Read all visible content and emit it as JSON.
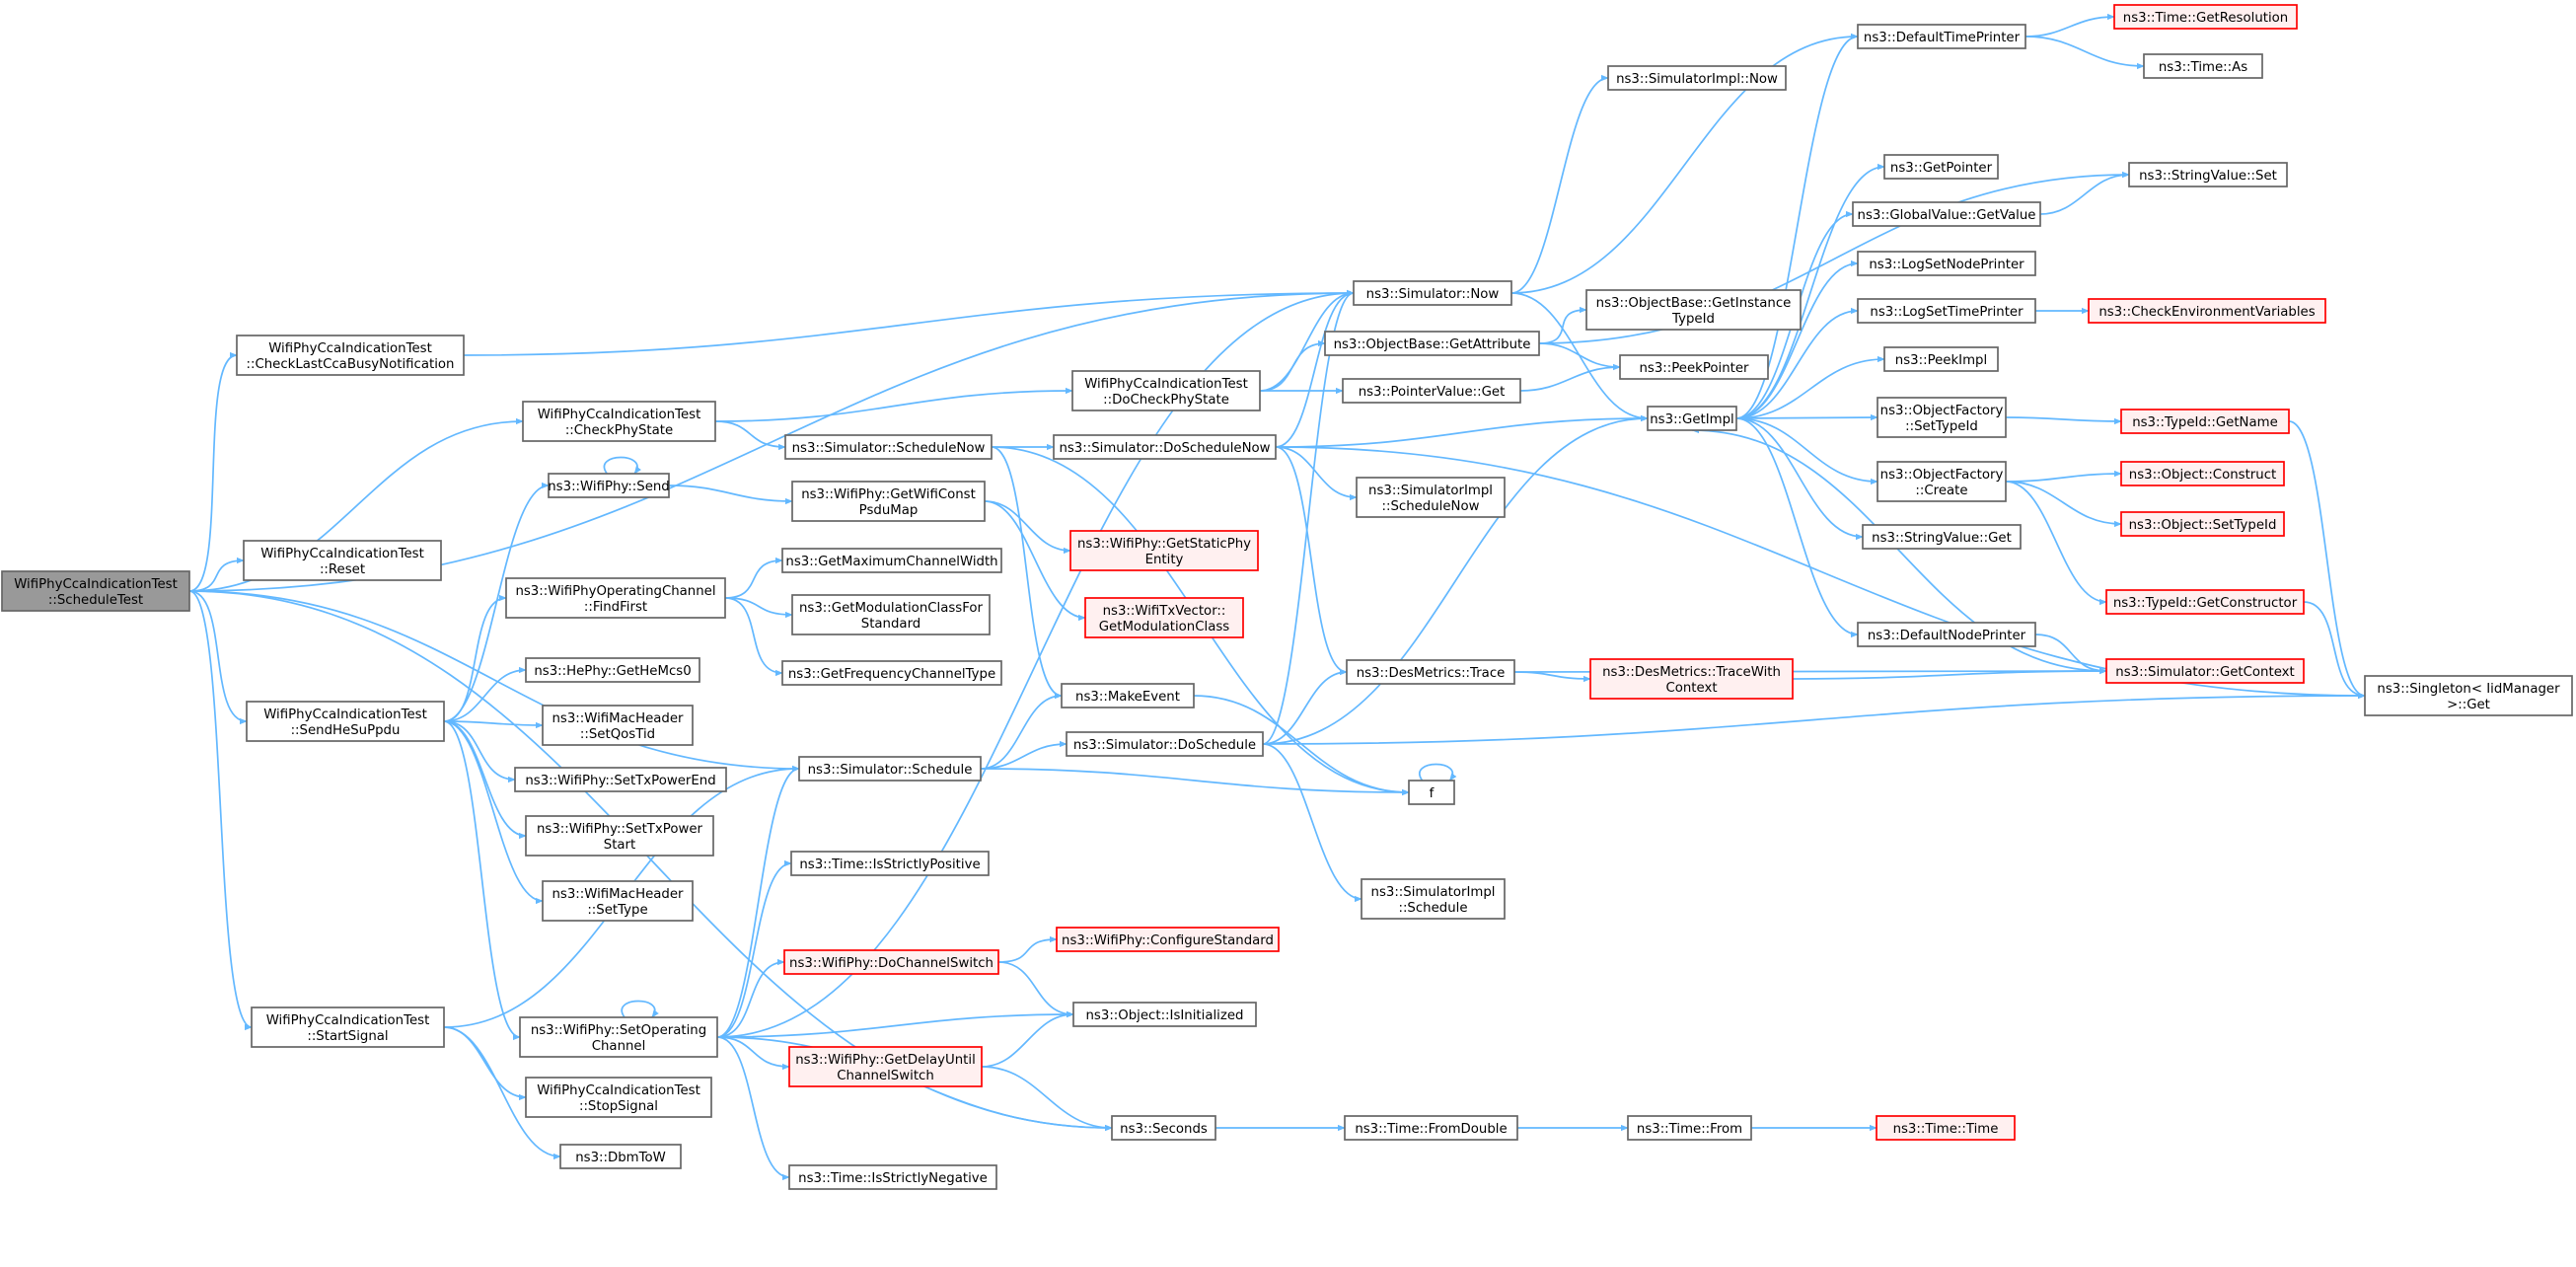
{
  "colors": {
    "edge": "#63b8ff",
    "node_border": "#666666",
    "root_fill": "#999999",
    "truncated_border": "#ff0000",
    "truncated_fill": "#fff0f0"
  },
  "nodes": [
    {
      "id": "root",
      "lines": [
        "WifiPhyCcaIndicationTest",
        "::ScheduleTest"
      ],
      "kind": "root"
    },
    {
      "id": "checkLast",
      "lines": [
        "WifiPhyCcaIndicationTest",
        "::CheckLastCcaBusyNotification"
      ],
      "kind": "normal"
    },
    {
      "id": "checkPhy",
      "lines": [
        "WifiPhyCcaIndicationTest",
        "::CheckPhyState"
      ],
      "kind": "normal"
    },
    {
      "id": "reset",
      "lines": [
        "WifiPhyCcaIndicationTest",
        "::Reset"
      ],
      "kind": "normal"
    },
    {
      "id": "sendHe",
      "lines": [
        "WifiPhyCcaIndicationTest",
        "::SendHeSuPpdu"
      ],
      "kind": "normal"
    },
    {
      "id": "startSig",
      "lines": [
        "WifiPhyCcaIndicationTest",
        "::StartSignal"
      ],
      "kind": "normal"
    },
    {
      "id": "wifiSend",
      "lines": [
        "ns3::WifiPhy::Send"
      ],
      "kind": "normal"
    },
    {
      "id": "findFirst",
      "lines": [
        "ns3::WifiPhyOperatingChannel",
        "::FindFirst"
      ],
      "kind": "normal"
    },
    {
      "id": "getHeMcs0",
      "lines": [
        "ns3::HePhy::GetHeMcs0"
      ],
      "kind": "normal"
    },
    {
      "id": "setQosTid",
      "lines": [
        "ns3::WifiMacHeader",
        "::SetQosTid"
      ],
      "kind": "normal"
    },
    {
      "id": "setTxEnd",
      "lines": [
        "ns3::WifiPhy::SetTxPowerEnd"
      ],
      "kind": "normal"
    },
    {
      "id": "setTxStart",
      "lines": [
        "ns3::WifiPhy::SetTxPower",
        "Start"
      ],
      "kind": "normal"
    },
    {
      "id": "setType",
      "lines": [
        "ns3::WifiMacHeader",
        "::SetType"
      ],
      "kind": "normal"
    },
    {
      "id": "setOpCh",
      "lines": [
        "ns3::WifiPhy::SetOperating",
        "Channel"
      ],
      "kind": "normal"
    },
    {
      "id": "stopSig",
      "lines": [
        "WifiPhyCcaIndicationTest",
        "::StopSignal"
      ],
      "kind": "normal"
    },
    {
      "id": "dbmToW",
      "lines": [
        "ns3::DbmToW"
      ],
      "kind": "normal"
    },
    {
      "id": "doCheckPhy",
      "lines": [
        "WifiPhyCcaIndicationTest",
        "::DoCheckPhyState"
      ],
      "kind": "normal"
    },
    {
      "id": "schedNow",
      "lines": [
        "ns3::Simulator::ScheduleNow"
      ],
      "kind": "normal"
    },
    {
      "id": "getPsdu",
      "lines": [
        "ns3::WifiPhy::GetWifiConst",
        "PsduMap"
      ],
      "kind": "normal"
    },
    {
      "id": "getStaticPhy",
      "lines": [
        "ns3::WifiPhy::GetStaticPhy",
        "Entity"
      ],
      "kind": "truncated"
    },
    {
      "id": "getModClass",
      "lines": [
        "ns3::WifiTxVector::",
        "GetModulationClass"
      ],
      "kind": "truncated"
    },
    {
      "id": "getMaxCh",
      "lines": [
        "ns3::GetMaximumChannelWidth"
      ],
      "kind": "normal"
    },
    {
      "id": "getModStd",
      "lines": [
        "ns3::GetModulationClassFor",
        "Standard"
      ],
      "kind": "normal"
    },
    {
      "id": "getFreqCh",
      "lines": [
        "ns3::GetFrequencyChannelType"
      ],
      "kind": "normal"
    },
    {
      "id": "schedule",
      "lines": [
        "ns3::Simulator::Schedule"
      ],
      "kind": "normal"
    },
    {
      "id": "isPos",
      "lines": [
        "ns3::Time::IsStrictlyPositive"
      ],
      "kind": "normal"
    },
    {
      "id": "doChSwitch",
      "lines": [
        "ns3::WifiPhy::DoChannelSwitch"
      ],
      "kind": "truncated"
    },
    {
      "id": "getDelay",
      "lines": [
        "ns3::WifiPhy::GetDelayUntil",
        "ChannelSwitch"
      ],
      "kind": "truncated"
    },
    {
      "id": "isNeg",
      "lines": [
        "ns3::Time::IsStrictlyNegative"
      ],
      "kind": "normal"
    },
    {
      "id": "configStd",
      "lines": [
        "ns3::WifiPhy::ConfigureStandard"
      ],
      "kind": "truncated"
    },
    {
      "id": "isInit",
      "lines": [
        "ns3::Object::IsInitialized"
      ],
      "kind": "normal"
    },
    {
      "id": "seconds",
      "lines": [
        "ns3::Seconds"
      ],
      "kind": "normal"
    },
    {
      "id": "makeEvent",
      "lines": [
        "ns3::MakeEvent"
      ],
      "kind": "normal"
    },
    {
      "id": "doSchedNow",
      "lines": [
        "ns3::Simulator::DoScheduleNow"
      ],
      "kind": "normal"
    },
    {
      "id": "doSchedule",
      "lines": [
        "ns3::Simulator::DoSchedule"
      ],
      "kind": "normal"
    },
    {
      "id": "now",
      "lines": [
        "ns3::Simulator::Now"
      ],
      "kind": "normal"
    },
    {
      "id": "getAttr",
      "lines": [
        "ns3::ObjectBase::GetAttribute"
      ],
      "kind": "normal"
    },
    {
      "id": "ptrGet",
      "lines": [
        "ns3::PointerValue::Get"
      ],
      "kind": "normal"
    },
    {
      "id": "simImplSchedNow",
      "lines": [
        "ns3::SimulatorImpl",
        "::ScheduleNow"
      ],
      "kind": "normal"
    },
    {
      "id": "desTrace",
      "lines": [
        "ns3::DesMetrics::Trace"
      ],
      "kind": "normal"
    },
    {
      "id": "f",
      "lines": [
        "f"
      ],
      "kind": "normal"
    },
    {
      "id": "simImplSched",
      "lines": [
        "ns3::SimulatorImpl",
        "::Schedule"
      ],
      "kind": "normal"
    },
    {
      "id": "fromDouble",
      "lines": [
        "ns3::Time::FromDouble"
      ],
      "kind": "normal"
    },
    {
      "id": "simImplNow",
      "lines": [
        "ns3::SimulatorImpl::Now"
      ],
      "kind": "normal"
    },
    {
      "id": "getInstTid",
      "lines": [
        "ns3::ObjectBase::GetInstance",
        "TypeId"
      ],
      "kind": "normal"
    },
    {
      "id": "peekPtr",
      "lines": [
        "ns3::PeekPointer"
      ],
      "kind": "normal"
    },
    {
      "id": "getImpl",
      "lines": [
        "ns3::GetImpl"
      ],
      "kind": "normal"
    },
    {
      "id": "traceCtx",
      "lines": [
        "ns3::DesMetrics::TraceWith",
        "Context"
      ],
      "kind": "truncated"
    },
    {
      "id": "timeFrom",
      "lines": [
        "ns3::Time::From"
      ],
      "kind": "normal"
    },
    {
      "id": "defTimePr",
      "lines": [
        "ns3::DefaultTimePrinter"
      ],
      "kind": "normal"
    },
    {
      "id": "getPointer",
      "lines": [
        "ns3::GetPointer"
      ],
      "kind": "normal"
    },
    {
      "id": "gvGet",
      "lines": [
        "ns3::GlobalValue::GetValue"
      ],
      "kind": "normal"
    },
    {
      "id": "logNodePr",
      "lines": [
        "ns3::LogSetNodePrinter"
      ],
      "kind": "normal"
    },
    {
      "id": "logTimePr",
      "lines": [
        "ns3::LogSetTimePrinter"
      ],
      "kind": "normal"
    },
    {
      "id": "peekImpl",
      "lines": [
        "ns3::PeekImpl"
      ],
      "kind": "normal"
    },
    {
      "id": "ofSetTid",
      "lines": [
        "ns3::ObjectFactory",
        "::SetTypeId"
      ],
      "kind": "normal"
    },
    {
      "id": "ofCreate",
      "lines": [
        "ns3::ObjectFactory",
        "::Create"
      ],
      "kind": "normal"
    },
    {
      "id": "svGet",
      "lines": [
        "ns3::StringValue::Get"
      ],
      "kind": "normal"
    },
    {
      "id": "defNodePr",
      "lines": [
        "ns3::DefaultNodePrinter"
      ],
      "kind": "normal"
    },
    {
      "id": "getRes",
      "lines": [
        "ns3::Time::GetResolution"
      ],
      "kind": "truncated"
    },
    {
      "id": "timeAs",
      "lines": [
        "ns3::Time::As"
      ],
      "kind": "normal"
    },
    {
      "id": "svSet",
      "lines": [
        "ns3::StringValue::Set"
      ],
      "kind": "normal"
    },
    {
      "id": "checkEnv",
      "lines": [
        "ns3::CheckEnvironmentVariables"
      ],
      "kind": "truncated"
    },
    {
      "id": "tidName",
      "lines": [
        "ns3::TypeId::GetName"
      ],
      "kind": "truncated"
    },
    {
      "id": "objConstruct",
      "lines": [
        "ns3::Object::Construct"
      ],
      "kind": "truncated"
    },
    {
      "id": "objSetTid",
      "lines": [
        "ns3::Object::SetTypeId"
      ],
      "kind": "truncated"
    },
    {
      "id": "tidCtor",
      "lines": [
        "ns3::TypeId::GetConstructor"
      ],
      "kind": "truncated"
    },
    {
      "id": "getCtx",
      "lines": [
        "ns3::Simulator::GetContext"
      ],
      "kind": "truncated"
    },
    {
      "id": "timeTime",
      "lines": [
        "ns3::Time::Time"
      ],
      "kind": "truncated"
    },
    {
      "id": "singleton",
      "lines": [
        "ns3::Singleton< IidManager",
        ">::Get"
      ],
      "kind": "normal"
    }
  ]
}
